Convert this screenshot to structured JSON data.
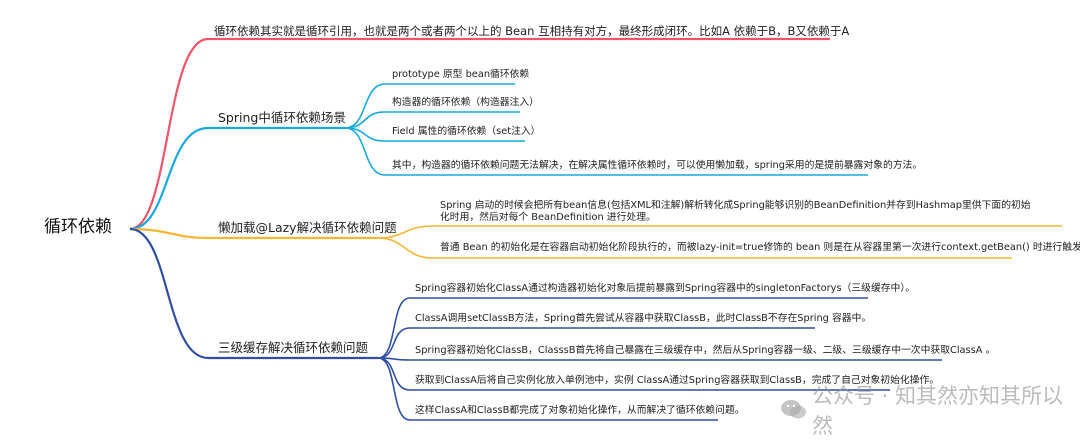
{
  "root": "循环依赖",
  "branch_definition": "循环依赖其实就是循环引用，也就是两个或者两个以上的 Bean 互相持有对方，最终形成闭环。比如A 依赖于B，B又依赖于A",
  "branch_spring": {
    "title": "Spring中循环依赖场景",
    "items": [
      "prototype 原型 bean循环依赖",
      "构造器的循环依赖（构造器注入）",
      "Field 属性的循环依赖（set注入）",
      "其中，构造器的循环依赖问题无法解决，在解决属性循环依赖时，可以使用懒加载，spring采用的是提前暴露对象的方法。"
    ]
  },
  "branch_lazy": {
    "title": "懒加载@Lazy解决循环依赖问题",
    "items": [
      "Spring 启动的时候会把所有bean信息(包括XML和注解)解析转化成Spring能够识别的BeanDefinition并存到Hashmap里供下面的初始化时用，然后对每个 BeanDefinition 进行处理。",
      "普通 Bean 的初始化是在容器启动初始化阶段执行的，而被lazy-init=true修饰的 bean 则是在从容器里第一次进行context.getBean() 时进行触发。"
    ]
  },
  "branch_cache": {
    "title": "三级缓存解决循环依赖问题",
    "items": [
      "Spring容器初始化ClassA通过构造器初始化对象后提前暴露到Spring容器中的singletonFactorys（三级缓存中）。",
      "ClassA调用setClassB方法，Spring首先尝试从容器中获取ClassB，此时ClassB不存在Spring 容器中。",
      "Spring容器初始化ClassB，ClasssB首先将自己暴露在三级缓存中，然后从Spring容器一级、二级、三级缓存中一次中获取ClassA 。",
      "获取到ClassA后将自己实例化放入单例池中，实例 ClassA通过Spring容器获取到ClassB，完成了自己对象初始化操作。",
      "这样ClassA和ClassB都完成了对象初始化操作，从而解决了循环依赖问题。"
    ]
  },
  "colors": {
    "red": "#f0556a",
    "cyan": "#18a8df",
    "orange": "#f5b731",
    "navy": "#2f4ea5"
  },
  "watermark": "公众号 · 知其然亦知其所以然"
}
